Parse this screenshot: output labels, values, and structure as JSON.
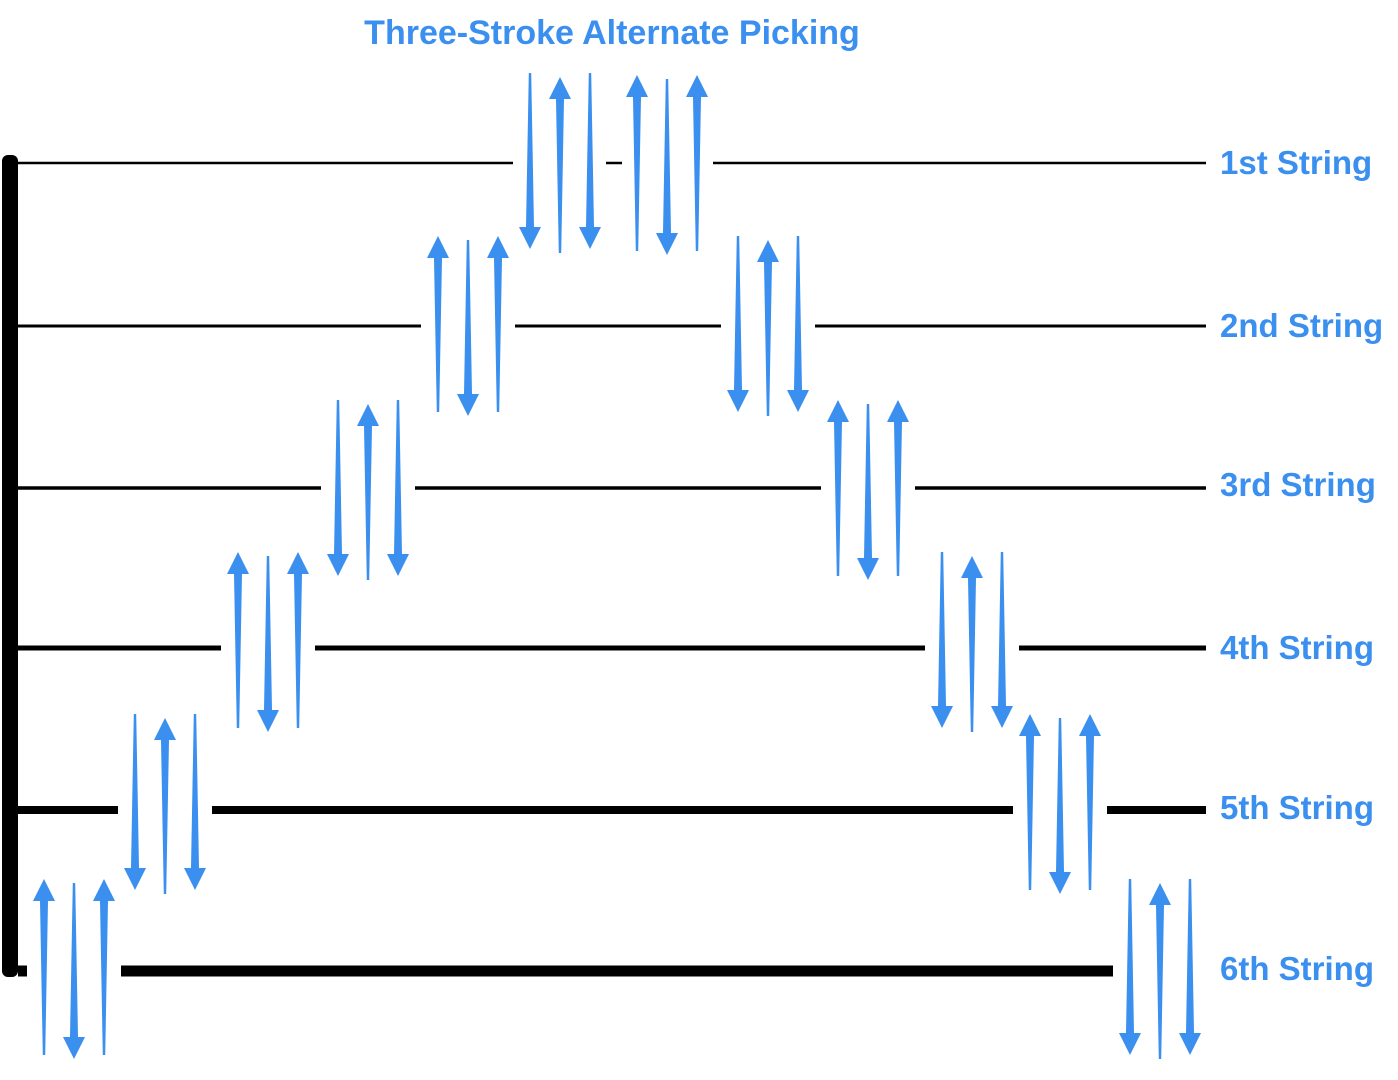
{
  "title": "Three-Stroke Alternate Picking",
  "accent_color": "#3a8fef",
  "line_color": "#000000",
  "strings": [
    {
      "label": "1st String"
    },
    {
      "label": "2nd String"
    },
    {
      "label": "3rd String"
    },
    {
      "label": "4th String"
    },
    {
      "label": "5th String"
    },
    {
      "label": "6th String"
    }
  ],
  "stroke_groups": [
    {
      "string": "6th String",
      "strokes": [
        "up",
        "down",
        "up"
      ]
    },
    {
      "string": "5th String",
      "strokes": [
        "down",
        "up",
        "down"
      ]
    },
    {
      "string": "4th String",
      "strokes": [
        "up",
        "down",
        "up"
      ]
    },
    {
      "string": "3rd String",
      "strokes": [
        "down",
        "up",
        "down"
      ]
    },
    {
      "string": "2nd String",
      "strokes": [
        "up",
        "down",
        "up"
      ]
    },
    {
      "string": "1st String",
      "strokes": [
        "down",
        "up",
        "down"
      ]
    },
    {
      "string": "1st String",
      "strokes": [
        "up",
        "down",
        "up"
      ]
    },
    {
      "string": "2nd String",
      "strokes": [
        "down",
        "up",
        "down"
      ]
    },
    {
      "string": "3rd String",
      "strokes": [
        "up",
        "down",
        "up"
      ]
    },
    {
      "string": "4th String",
      "strokes": [
        "down",
        "up",
        "down"
      ]
    },
    {
      "string": "5th String",
      "strokes": [
        "up",
        "down",
        "up"
      ]
    },
    {
      "string": "6th String",
      "strokes": [
        "down",
        "up",
        "down"
      ]
    }
  ],
  "icons": {
    "stroke_up": "arrow-up-icon",
    "stroke_down": "arrow-down-icon"
  }
}
